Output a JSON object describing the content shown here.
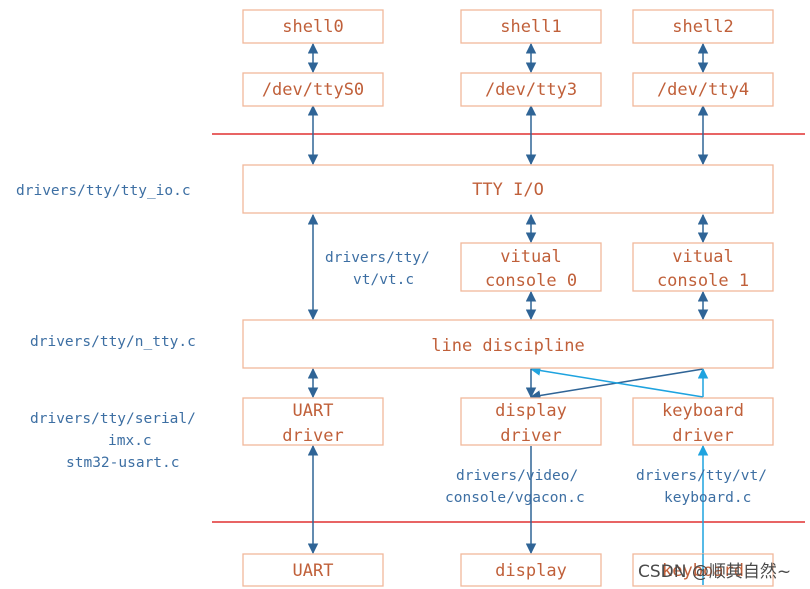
{
  "boxes": {
    "shell0": "shell0",
    "shell1": "shell1",
    "shell2": "shell2",
    "dev_ttyS0": "/dev/ttyS0",
    "dev_tty3": "/dev/tty3",
    "dev_tty4": "/dev/tty4",
    "tty_io": "TTY I/O",
    "vconsole0": [
      "vitual",
      "console 0"
    ],
    "vconsole1": [
      "vitual",
      "console 1"
    ],
    "line_discipline": "line discipline",
    "uart_driver": [
      "UART",
      "driver"
    ],
    "display_driver": [
      "display",
      "driver"
    ],
    "keyboard_driver": [
      "keyboard",
      "driver"
    ],
    "uart": "UART",
    "display": "display",
    "keyboard": "keyboard"
  },
  "paths": {
    "tty_io": "drivers/tty/tty_io.c",
    "vt": [
      "drivers/tty/",
      "vt/vt.c"
    ],
    "n_tty": "drivers/tty/n_tty.c",
    "serial": [
      "drivers/tty/serial/",
      "imx.c",
      "stm32-usart.c"
    ],
    "vgacon": [
      "drivers/video/",
      "console/vgacon.c"
    ],
    "kbd": [
      "drivers/tty/vt/",
      "keyboard.c"
    ]
  },
  "watermark": "CSDN @顺其自然~",
  "colors": {
    "box_border": "#f0b89b",
    "box_text": "#c0603a",
    "path_text": "#3d6fa3",
    "separator": "#e03030",
    "arrow_dark": "#2f6496",
    "arrow_light": "#1ea3df"
  }
}
